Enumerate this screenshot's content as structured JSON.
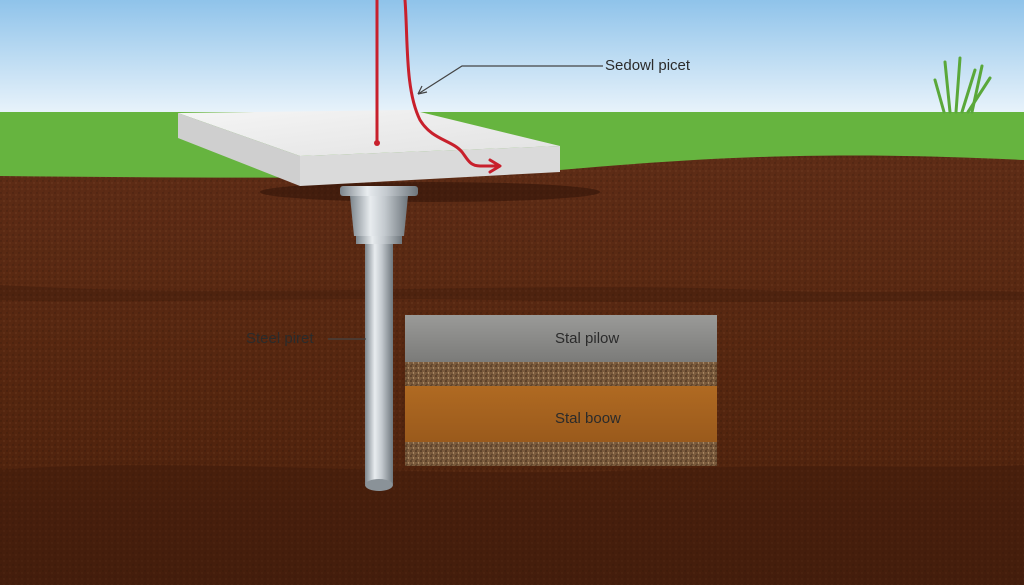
{
  "labels": {
    "top_callout": "Sedowl picet",
    "pier_callout": "Steel piret",
    "layer_upper": "Stal pilow",
    "layer_lower": "Stal boow"
  },
  "colors": {
    "sky_top": "#8fc3ea",
    "sky_bottom": "#eef6fc",
    "grass": "#66b43f",
    "soil": "#5a2a16",
    "soil_dark": "#3f1a0c",
    "slab": "#eeeeee",
    "steel": "#b9c0c6",
    "gravel_layer": "#8c8c8a",
    "sand_layer": "#a8651f",
    "marker": "#c8202c"
  }
}
